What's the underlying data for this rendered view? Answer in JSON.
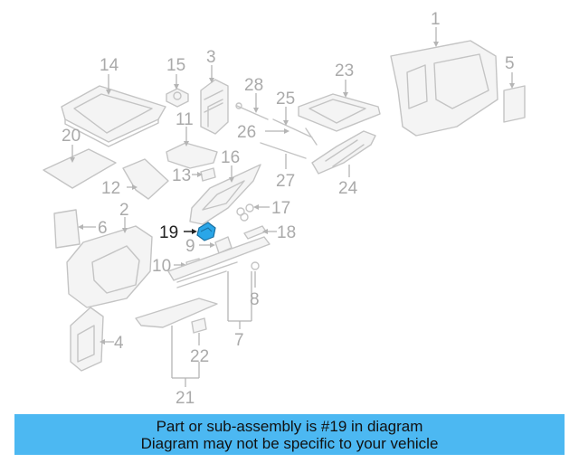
{
  "diagram": {
    "callouts": {
      "c1": "1",
      "c2": "2",
      "c3": "3",
      "c4": "4",
      "c5": "5",
      "c6": "6",
      "c7": "7",
      "c8": "8",
      "c9": "9",
      "c10": "10",
      "c11": "11",
      "c12": "12",
      "c13": "13",
      "c14": "14",
      "c15": "15",
      "c16": "16",
      "c17": "17",
      "c18": "18",
      "c19": "19",
      "c20": "20",
      "c21": "21",
      "c22": "22",
      "c23": "23",
      "c24": "24",
      "c25": "25",
      "c26": "26",
      "c27": "27",
      "c28": "28"
    },
    "highlight_callout": "19",
    "colors": {
      "highlight_part": "#2aa6e8",
      "banner_background": "#4cb8f2",
      "part_outline": "#c4c4c4",
      "callout_text": "#aaaaaa"
    }
  },
  "banner": {
    "line1": "Part or sub-assembly is #19 in diagram",
    "line2": "Diagram may not be specific to your vehicle"
  }
}
